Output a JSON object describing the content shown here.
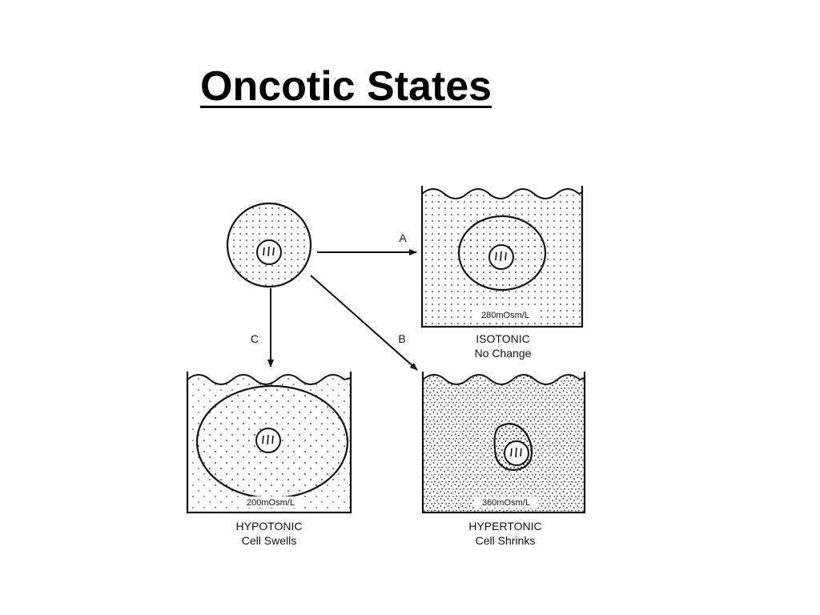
{
  "slide": {
    "title": "Oncotic States"
  },
  "diagram": {
    "arrows": {
      "a_label": "A",
      "b_label": "B",
      "c_label": "C"
    },
    "isotonic": {
      "concentration": "280mOsm/L",
      "name": "ISOTONIC",
      "effect": "No Change"
    },
    "hypotonic": {
      "concentration": "200mOsm/L",
      "name": "HYPOTONIC",
      "effect": "Cell Swells"
    },
    "hypertonic": {
      "concentration": "360mOsm/L",
      "name": "HYPERTONIC",
      "effect": "Cell Shrinks"
    }
  }
}
